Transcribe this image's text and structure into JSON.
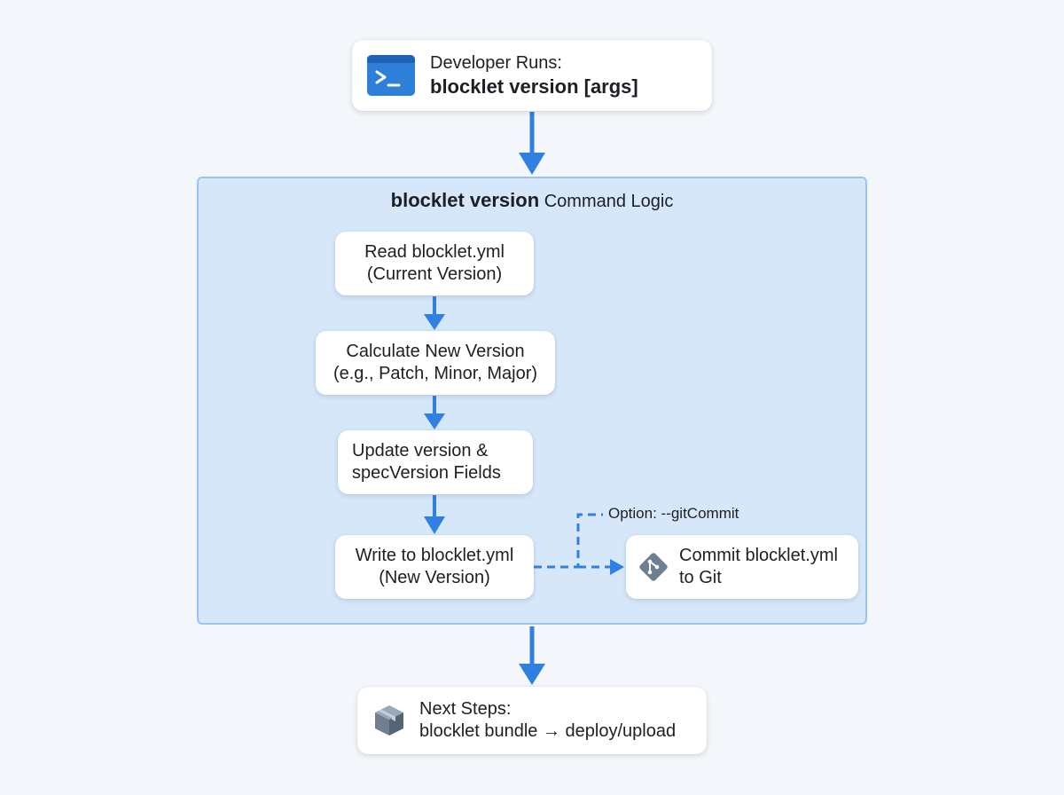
{
  "colors": {
    "background": "#f3f6fa",
    "group_fill": "#d6e7fa",
    "group_border": "#9cc4ee",
    "arrow": "#2f80e0",
    "terminal_icon": "#2d7fd8",
    "icon_gray": "#6f7f92"
  },
  "developer": {
    "line1": "Developer Runs:",
    "line2": "blocklet version [args]",
    "icon": "terminal-icon"
  },
  "group": {
    "title_bold": "blocklet version",
    "title_rest": " Command Logic"
  },
  "steps": {
    "read": {
      "line1": "Read blocklet.yml",
      "line2": "(Current Version)"
    },
    "calculate": {
      "line1": "Calculate New Version",
      "line2": "(e.g., Patch, Minor, Major)"
    },
    "update": {
      "line1": "Update version &",
      "line2": "specVersion Fields"
    },
    "write": {
      "line1": "Write to blocklet.yml",
      "line2": "(New Version)"
    },
    "commit": {
      "line1": "Commit blocklet.yml",
      "line2": "to Git",
      "icon": "git-icon"
    }
  },
  "option_label": "Option: --gitCommit",
  "next": {
    "line1": "Next Steps:",
    "line2": "blocklet bundle → deploy/upload",
    "icon": "package-box-icon"
  }
}
